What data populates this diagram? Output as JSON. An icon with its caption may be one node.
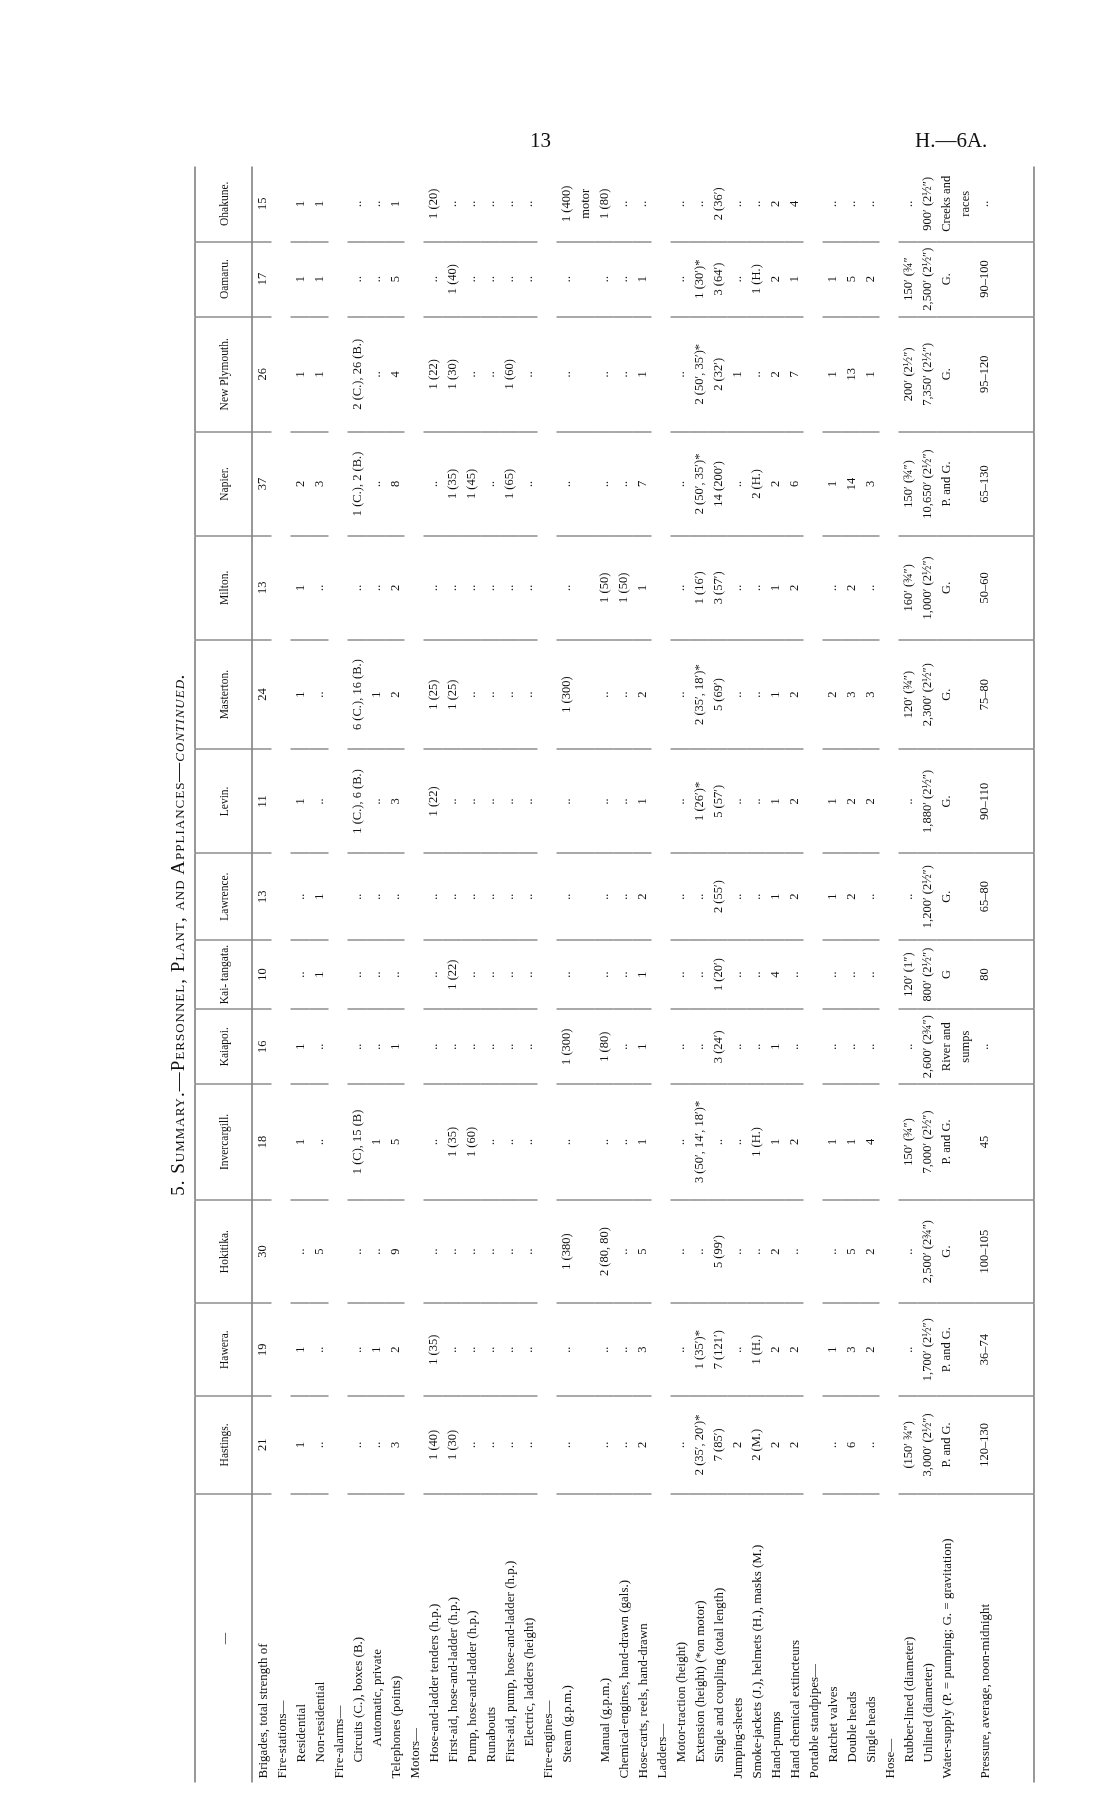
{
  "diagram": {
    "title": "5. Summary.—Personnel, Plant, and Appliances—*continued.*",
    "labels": [
      "13",
      "H.—6A.",
      "—",
      "Hastings.",
      "Hawera.",
      "Hokitika.",
      "Invercargill.",
      "Kaiapoi.",
      "Kai- tangata.",
      "Lawrence.",
      "Levin.",
      "Masterton.",
      "Milton.",
      "Napier.",
      "New Plymouth.",
      "Oamaru.",
      "Ohakune.",
      "Brigades, total strength of",
      "21",
      "19",
      "30",
      "18",
      "16",
      "10",
      "13",
      "11",
      "24",
      "13",
      "37",
      "26",
      "17",
      "15",
      "Fire-stations—",
      "Residential",
      "1",
      "1",
      "..",
      "1",
      "1",
      "..",
      "..",
      "1",
      "1",
      "1",
      "2",
      "1",
      "1",
      "1",
      "Non-residential",
      "..",
      "..",
      "5",
      "..",
      "..",
      "1",
      "1",
      "..",
      "..",
      "..",
      "3",
      "1",
      "1",
      "1",
      "Fire-alarms—",
      "Circuits (C.), boxes (B.)",
      "..",
      "..",
      "..",
      "1 (C), 15 (B)",
      "..",
      "..",
      "..",
      "1 (C.), 6 (B.)",
      "6 (C.), 16 (B.)",
      "..",
      "1 (C.), 2 (B.)",
      "2 (C.), 26 (B.)",
      "..",
      "..",
      "Automatic, private",
      "..",
      "1",
      "..",
      "1",
      "..",
      "..",
      "..",
      "..",
      "1",
      "..",
      "..",
      "..",
      "..",
      "..",
      "Telephones (points)",
      "3",
      "2",
      "9",
      "5",
      "1",
      "..",
      "..",
      "3",
      "2",
      "2",
      "8",
      "4",
      "5",
      "1",
      "Motors—",
      "Hose-and-ladder tenders (h.p.)",
      "1 (40)",
      "1 (35)",
      "..",
      "..",
      "..",
      "..",
      "..",
      "1 (22)",
      "1 (25)",
      "..",
      "..",
      "1 (22)",
      "..",
      "1 (20)",
      "First-aid, hose-and-ladder (h.p.)",
      "1 (30)",
      "..",
      "..",
      "1 (35)",
      "..",
      "1 (22)",
      "..",
      "..",
      "1 (25)",
      "..",
      "1 (35)",
      "1 (30)",
      "1 (40)",
      "..",
      "Pump, hose-and-ladder (h.p.)",
      "..",
      "..",
      "..",
      "1 (60)",
      "..",
      "..",
      "..",
      "..",
      "..",
      "..",
      "1 (45)",
      "..",
      "..",
      "..",
      "Runabouts",
      "..",
      "..",
      "..",
      "..",
      "..",
      "..",
      "..",
      "..",
      "..",
      "..",
      "..",
      "..",
      "..",
      "..",
      "First-aid, pump, hose-and-ladder (h.p.)",
      "..",
      "..",
      "..",
      "..",
      "..",
      "..",
      "..",
      "..",
      "..",
      "..",
      "1 (65)",
      "1 (60)",
      "..",
      "..",
      "Electric, ladders (height)",
      "..",
      "..",
      "..",
      "..",
      "..",
      "..",
      "..",
      "..",
      "..",
      "..",
      "..",
      "..",
      "..",
      "..",
      "Fire-engines—",
      "Steam (g.p.m.)",
      "..",
      "..",
      "1 (380)",
      "..",
      "1 (300)",
      "..",
      "..",
      "..",
      "1 (300)",
      "..",
      "..",
      "..",
      "..",
      "1 (400) motor",
      "Manual (g.p.m.)",
      "..",
      "..",
      "2 (80, 80)",
      "..",
      "1 (80)",
      "..",
      "..",
      "..",
      "..",
      "1 (50)",
      "..",
      "..",
      "..",
      "1 (80)",
      "Chemical-engines, hand-drawn (gals.)",
      "..",
      "..",
      "..",
      "..",
      "..",
      "..",
      "..",
      "..",
      "..",
      "1 (50)",
      "..",
      "..",
      "..",
      "..",
      "Hose-carts, reels, hand-drawn",
      "2",
      "3",
      "5",
      "1",
      "1",
      "1",
      "2",
      "1",
      "2",
      "1",
      "7",
      "1",
      "1",
      "..",
      "Ladders—",
      "Motor-traction (height)",
      "..",
      "..",
      "..",
      "..",
      "..",
      "..",
      "..",
      "..",
      "..",
      "..",
      "..",
      "..",
      "..",
      "..",
      "Extension (height) (*on motor)",
      "2 (35′, 20′)*",
      "1 (35′)*",
      "..",
      "3 (50′, 14′, 18′)*",
      "..",
      "..",
      "..",
      "1 (26′)*",
      "2 (35′, 18′)*",
      "1 (16′)",
      "2 (50′, 35′)*",
      "2 (50′, 35′)*",
      "1 (30′)*",
      "..",
      "Single and coupling (total length)",
      "7 (85′)",
      "7 (121′)",
      "5 (99′)",
      "..",
      "3 (24′)",
      "1 (20′)",
      "2 (55′)",
      "5 (57′)",
      "5 (69′)",
      "3 (57′)",
      "14 (200′)",
      "2 (32′)",
      "3 (64′)",
      "2 (36′)",
      "Jumping-sheets",
      "2",
      "..",
      "..",
      "..",
      "..",
      "..",
      "..",
      "..",
      "..",
      "..",
      "..",
      "1",
      "..",
      "..",
      "Smoke-jackets (J.), helmets (H.), masks (M.)",
      "2 (M.)",
      "1 (H.)",
      "..",
      "1 (H.)",
      "..",
      "..",
      "..",
      "..",
      "..",
      "..",
      "2 (H.)",
      "..",
      "1 (H.)",
      "..",
      "Hand-pumps",
      "2",
      "2",
      "2",
      "1",
      "1",
      "4",
      "1",
      "1",
      "1",
      "1",
      "2",
      "2",
      "2",
      "2",
      "Hand chemical extincteurs",
      "2",
      "2",
      "..",
      "2",
      "..",
      "..",
      "2",
      "2",
      "2",
      "2",
      "6",
      "7",
      "1",
      "4",
      "Portable standpipes—",
      "Ratchet valves",
      "..",
      "1",
      "..",
      "1",
      "..",
      "..",
      "1",
      "1",
      "2",
      "..",
      "1",
      "1",
      "1",
      "..",
      "Double heads",
      "6",
      "3",
      "5",
      "1",
      "..",
      "..",
      "2",
      "2",
      "3",
      "2",
      "14",
      "13",
      "5",
      "..",
      "Single heads",
      "..",
      "2",
      "2",
      "4",
      "..",
      "..",
      "..",
      "2",
      "3",
      "..",
      "3",
      "1",
      "2",
      "..",
      "Hose—",
      "Rubber-lined (diameter)",
      "(150′ ¾″)",
      "..",
      "..",
      "150′ (¾″)",
      "..",
      "120′ (1″)",
      "..",
      "..",
      "120′ (¾″)",
      "160′ (¾″)",
      "150′ (¾″)",
      "200′ (2½″)",
      "150′ (¾″",
      "..",
      "Unlined (diameter)",
      "3,000′ (2½″)",
      "1,700′ (2½″)",
      "2,500′ (2¾″)",
      "7,000′ (2½″)",
      "2,600′ (2¾″)",
      "800′ (2½″)",
      "1,200′ (2½″)",
      "1,880′ (2½″)",
      "2,300′ (2½″)",
      "1,000′ (2½″)",
      "10,650′ (2½″)",
      "7,350′ (2½″)",
      "2,500′ (2½″)",
      "900′ (2½″)",
      "Water-supply (P. = pumping; G. = gravitation)",
      "P. and G.",
      "P. and G.",
      "G.",
      "P. and G.",
      "River and sumps",
      "G",
      "G.",
      "G.",
      "G.",
      "G.",
      "P. and G.",
      "G.",
      "G.",
      "Creeks and races",
      "Pressure, average, noon-midnight",
      "120–130",
      "36–74",
      "100–105",
      "45",
      "..",
      "80",
      "65–80",
      "90–110",
      "75–80",
      "50–60",
      "65–130",
      "95–120",
      "90–100",
      ".."
    ]
  }
}
